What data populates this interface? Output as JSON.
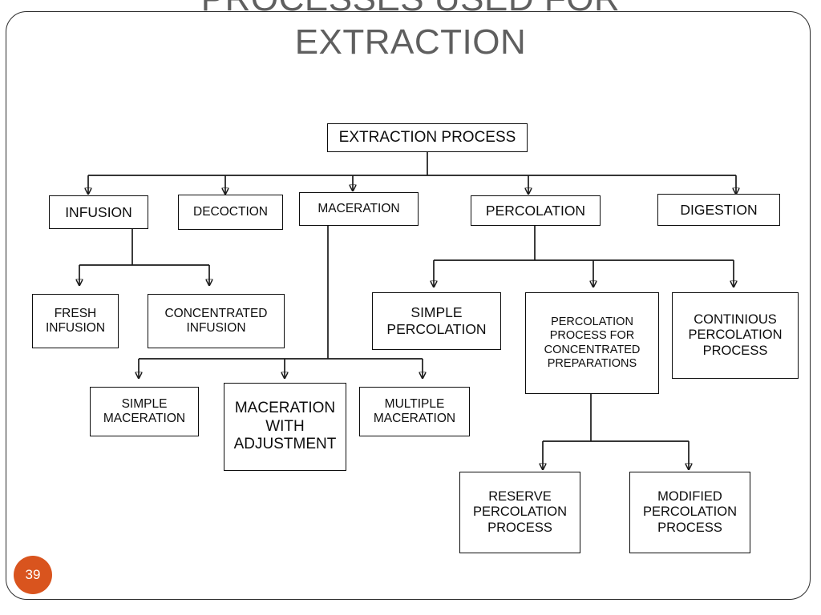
{
  "slide": {
    "title": "PROCESSES USED FOR\nEXTRACTION",
    "page_number": "39",
    "accent_color": "#D9541E",
    "title_color": "#5F5F5F",
    "border_color": "#2B2B2B"
  },
  "chart_data": {
    "type": "diagram",
    "title": "PROCESSES USED FOR EXTRACTION",
    "diagram_kind": "tree-flowchart",
    "orientation": "top-down",
    "root": "EXTRACTION PROCESS",
    "nodes": [
      {
        "id": "root",
        "label": "EXTRACTION PROCESS"
      },
      {
        "id": "infusion",
        "label": "INFUSION"
      },
      {
        "id": "decoction",
        "label": "DECOCTION"
      },
      {
        "id": "maceration",
        "label": "MACERATION"
      },
      {
        "id": "percolation",
        "label": "PERCOLATION"
      },
      {
        "id": "digestion",
        "label": "DIGESTION"
      },
      {
        "id": "fresh_inf",
        "label": "FRESH\nINFUSION"
      },
      {
        "id": "conc_inf",
        "label": "CONCENTRATED\nINFUSION"
      },
      {
        "id": "simple_mac",
        "label": "SIMPLE\nMACERATION"
      },
      {
        "id": "mac_adj",
        "label": "MACERATION\nWITH\nADJUSTMENT"
      },
      {
        "id": "mult_mac",
        "label": "MULTIPLE\nMACERATION"
      },
      {
        "id": "simple_perc",
        "label": "SIMPLE\nPERCOLATION"
      },
      {
        "id": "perc_conc",
        "label": "PERCOLATION\nPROCESS FOR\nCONCENTRATED\nPREPARATIONS"
      },
      {
        "id": "cont_perc",
        "label": "CONTINIOUS\nPERCOLATION\nPROCESS"
      },
      {
        "id": "reserve_perc",
        "label": "RESERVE\nPERCOLATION\nPROCESS"
      },
      {
        "id": "mod_perc",
        "label": "MODIFIED\nPERCOLATION\nPROCESS"
      }
    ],
    "edges": [
      {
        "from": "root",
        "to": "infusion"
      },
      {
        "from": "root",
        "to": "decoction"
      },
      {
        "from": "root",
        "to": "maceration"
      },
      {
        "from": "root",
        "to": "percolation"
      },
      {
        "from": "root",
        "to": "digestion"
      },
      {
        "from": "infusion",
        "to": "fresh_inf"
      },
      {
        "from": "infusion",
        "to": "conc_inf"
      },
      {
        "from": "maceration",
        "to": "simple_mac"
      },
      {
        "from": "maceration",
        "to": "mac_adj"
      },
      {
        "from": "maceration",
        "to": "mult_mac"
      },
      {
        "from": "percolation",
        "to": "simple_perc"
      },
      {
        "from": "percolation",
        "to": "perc_conc"
      },
      {
        "from": "percolation",
        "to": "cont_perc"
      },
      {
        "from": "perc_conc",
        "to": "reserve_perc"
      },
      {
        "from": "perc_conc",
        "to": "mod_perc"
      }
    ]
  }
}
